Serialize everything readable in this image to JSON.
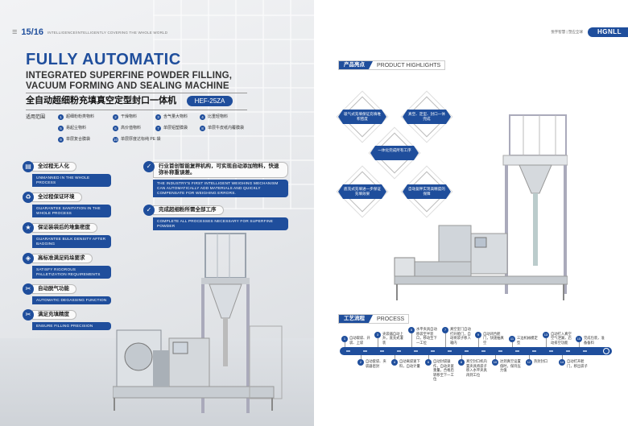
{
  "left_page": {
    "page_number": "15/16",
    "tagline": "INTELLIGENCE/INTELLIGENTLY COVERING THE WHOLE WORLD",
    "title_main": "FULLY AUTOMATIC",
    "title_sub_1": "INTEGRATED SUPERFINE POWDER FILLING,",
    "title_sub_2": "VACUUM FORMING AND SEALING MACHINE",
    "title_cn": "全自动超细粉充填真空定型封口一体机",
    "model": "HEF-25ZA",
    "scope_label": "适用范围",
    "scope_items": [
      {
        "n": "1",
        "t": "超细粉粉类物料"
      },
      {
        "n": "2",
        "t": "干燥物料"
      },
      {
        "n": "3",
        "t": "含气量大物料"
      },
      {
        "n": "4",
        "t": "比重轻物料"
      },
      {
        "n": "5",
        "t": "易起尘物料"
      },
      {
        "n": "6",
        "t": "高价值物料"
      },
      {
        "n": "7",
        "t": "单层铝塑膜袋"
      },
      {
        "n": "8",
        "t": "单层牛皮纸内覆膜袋"
      },
      {
        "n": "9",
        "t": "单层复合膜袋"
      },
      {
        "n": "10",
        "t": "单层厚度达标纯 PE 袋"
      }
    ],
    "features_left": [
      {
        "cn": "全过程无人化",
        "en": "UNMANNED IN THE WHOLE PROCESS",
        "icon": "clipboard-icon"
      },
      {
        "cn": "全过程保证环境",
        "en": "GUARANTEE SANITATION IN THE WHOLE PROCESS",
        "icon": "recycle-icon"
      },
      {
        "cn": "保证装袋后的堆集密度",
        "en": "GUARANTEE BULK DENSITY AFTER BAGGING",
        "icon": "star-icon"
      },
      {
        "cn": "高标准满足码垛要求",
        "en": "SATISFY RIGOROUS PALLETIZATION REQUIREMENTS",
        "icon": "tag-icon"
      },
      {
        "cn": "自动脱气功能",
        "en": "AUTOMATIC DEGASSING FUNCTION",
        "icon": "tools-icon"
      },
      {
        "cn": "满足充填精度",
        "en": "ENSURE FILLING PRECISION",
        "icon": "tools-icon"
      }
    ],
    "features_right": [
      {
        "cn": "行业首创智能复秤机构，可实现自动添加物料，快速弥补称重误差。",
        "en": "THE INDUSTRY'S FIRST INTELLIGENT WEIGHING MECHANISM CAN AUTOMATICALLY ADD MATERIALS AND QUICKLY COMPENSATE FOR WEIGHING ERRORS.",
        "icon": "thumbs-up-icon"
      },
      {
        "cn": "完成超细粉所需全部工序",
        "en": "COMPLETE ALL PROCESSES NECESSARY FOR SUPERFINE POWDER",
        "icon": "thumbs-up-icon"
      }
    ]
  },
  "right_page": {
    "slogan": "悦字智慧 | 塑应全球",
    "brand": "HGNLL",
    "highlights_cn": "产品亮点",
    "highlights_en": "PRODUCT HIGHLIGHTS",
    "highlights": [
      "吸气式充填保证充填堆积密度",
      "真空、定型、封口一体完成",
      "一体化完成所有工序",
      "底充式充填进一步保证充填效果",
      "自动复秤实现高精度的保障"
    ],
    "process_cn": "工艺流程",
    "process_en": "PROCESS",
    "process_steps": [
      {
        "n": "1",
        "t": "自动取袋、开袋、上袋"
      },
      {
        "n": "2",
        "t": "自动套袋、夹袋器密封"
      },
      {
        "n": "3",
        "t": "夹袋器自动上升，底充式灌装"
      },
      {
        "n": "4",
        "t": "自动离袋速下料，自动计量"
      },
      {
        "n": "5",
        "t": "水平夹具自动移袋至半装口，移动至下一工位"
      },
      {
        "n": "6",
        "t": "自动封袋操作，自动夹紧重量，合格后转移至下一工位"
      },
      {
        "n": "7",
        "t": "真空室门自动打开舱门，自动将袋子移入箱内"
      },
      {
        "n": "8",
        "t": "真空封口机内置夹具将袋子移入水平夹具再到工位"
      },
      {
        "n": "9",
        "t": "自动闭合舱门，快速抽真空"
      },
      {
        "n": "10",
        "t": "达到真空设置值时，保持压力值"
      },
      {
        "n": "11",
        "t": "三边机械模定型"
      },
      {
        "n": "12",
        "t": "热封封口"
      },
      {
        "n": "13",
        "t": "自动打入真空空气泄漏，启动排空功能"
      },
      {
        "n": "14",
        "t": "自动打开舱门，移出袋子"
      },
      {
        "n": "15",
        "t": "完成包装，准备备料"
      }
    ]
  },
  "colors": {
    "brand_blue": "#1f4e9c"
  }
}
